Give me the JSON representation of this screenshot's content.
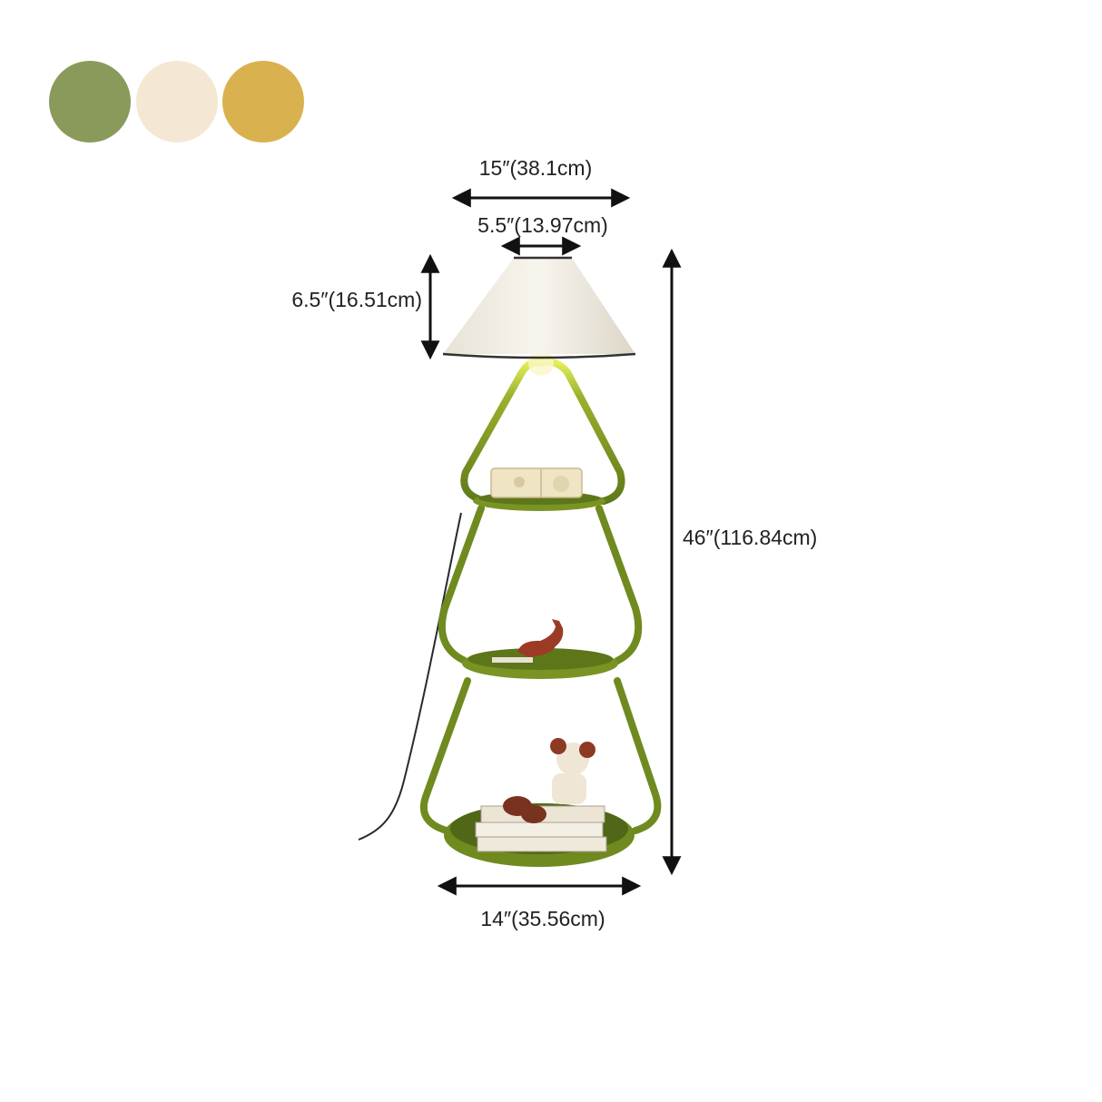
{
  "swatches": [
    {
      "name": "green",
      "color": "#8a9a5b"
    },
    {
      "name": "cream",
      "color": "#f4e8d4"
    },
    {
      "name": "gold",
      "color": "#d9b14e"
    }
  ],
  "dimensions": {
    "shade_width": "15″(38.1cm)",
    "shade_top_width": "5.5″(13.97cm)",
    "shade_height": "6.5″(16.51cm)",
    "total_height": "46″(116.84cm)",
    "base_width": "14″(35.56cm)"
  },
  "colors": {
    "frame": "#6f8a1f",
    "frame_light": "#c9da3a",
    "shade": "#f4f0e6",
    "dimension_line": "#111111"
  }
}
